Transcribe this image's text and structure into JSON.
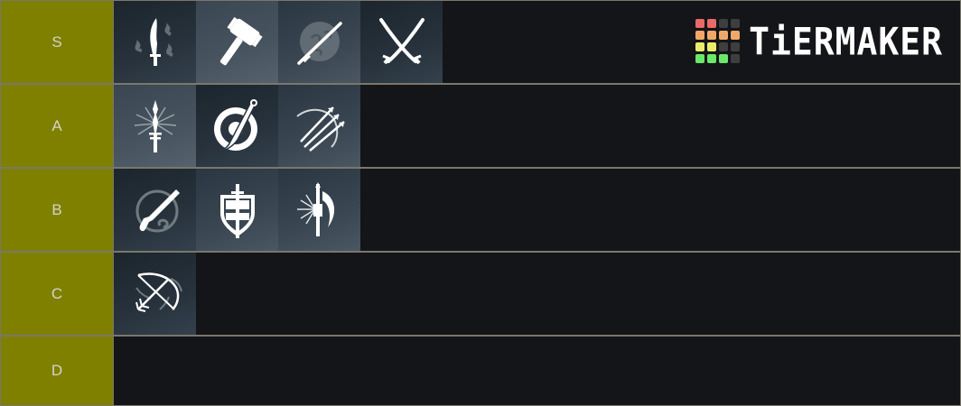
{
  "logo": {
    "text": "TiERMAKER",
    "grid_colors": [
      "#e86a6a",
      "#e86a6a",
      "#3e3e3e",
      "#3e3e3e",
      "#f0a868",
      "#f0a868",
      "#f0a868",
      "#f0a868",
      "#ecec6a",
      "#ecec6a",
      "#3e3e3e",
      "#3e3e3e",
      "#6ae86a",
      "#6ae86a",
      "#6ae86a",
      "#3e3e3e"
    ]
  },
  "colors": {
    "tier_label_bg": "#808000",
    "tier_label_text": "#d6d3c6",
    "row_bg": "#141518",
    "border": "#7a776c"
  },
  "tiers": [
    {
      "label": "S",
      "items": [
        "flaming-blade",
        "war-hammer",
        "katana-cloud",
        "crossed-swords"
      ]
    },
    {
      "label": "A",
      "items": [
        "radiant-dagger",
        "sword-and-shield-round",
        "bow-and-arrows"
      ]
    },
    {
      "label": "B",
      "items": [
        "flintlock-pistol",
        "sword-and-kite-shield",
        "battle-axe-radiant"
      ]
    },
    {
      "label": "C",
      "items": [
        "bow-crossed-arrow-feathers"
      ]
    },
    {
      "label": "D",
      "items": []
    }
  ]
}
